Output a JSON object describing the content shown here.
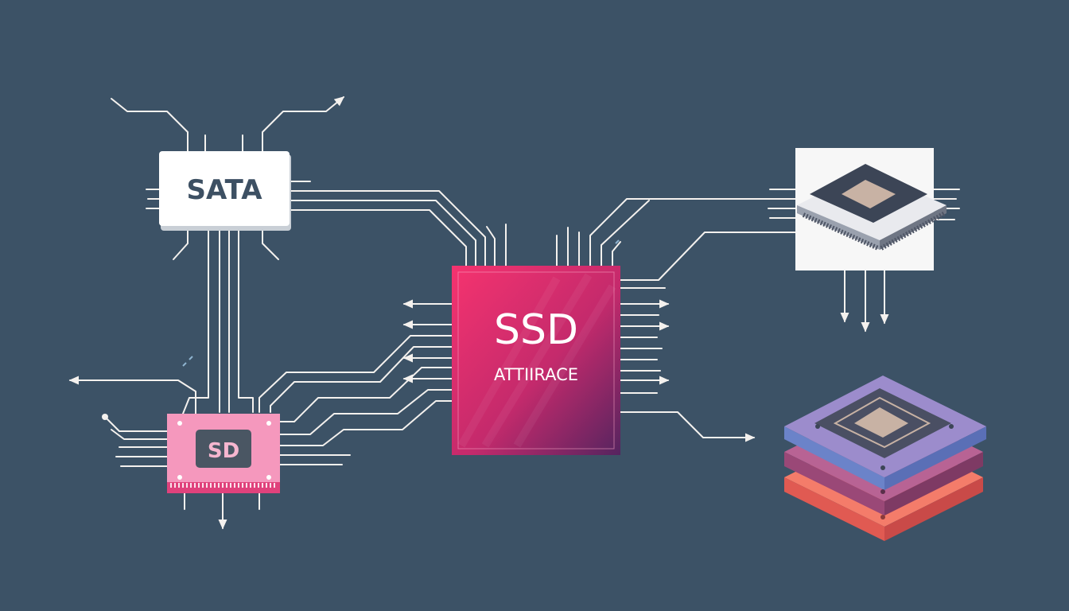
{
  "nodes": {
    "sata": {
      "label": "SATA"
    },
    "ssd": {
      "title": "SSD",
      "subtitle": "ATTIIRACE"
    },
    "sd": {
      "label": "SD"
    }
  },
  "colors": {
    "background": "#3c5266",
    "wire": "#f4f1ee",
    "sata_text": "#3d5063",
    "ssd_gradient": [
      "#f2306f",
      "#5a2560"
    ],
    "sd_card": "#f598bd",
    "sd_label_box": "#4a5663",
    "stack_top": "#9a88c9",
    "stack_middle": "#a85a86",
    "stack_bottom": "#f06a5c"
  },
  "icons": [
    "cpu-chip-icon",
    "layered-chip-stack-icon",
    "arrow-head-icon"
  ]
}
